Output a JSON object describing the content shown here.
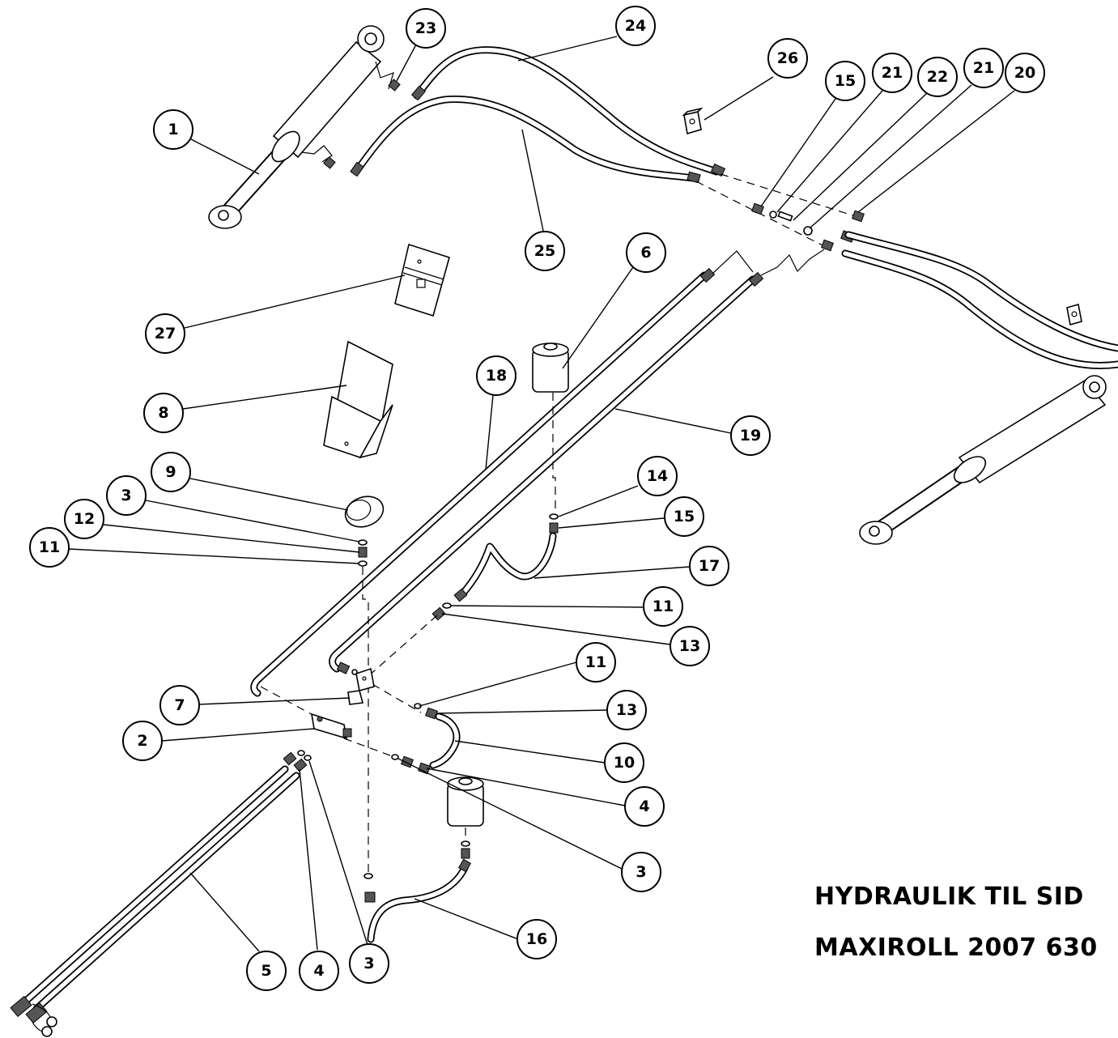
{
  "title": {
    "line1": "HYDRAULIK TIL SID",
    "line2": "MAXIROLL 2007 630"
  },
  "callouts": [
    {
      "id": "c1",
      "label": "1"
    },
    {
      "id": "c23",
      "label": "23"
    },
    {
      "id": "c24",
      "label": "24"
    },
    {
      "id": "c26",
      "label": "26"
    },
    {
      "id": "c15a",
      "label": "15"
    },
    {
      "id": "c21a",
      "label": "21"
    },
    {
      "id": "c22",
      "label": "22"
    },
    {
      "id": "c21b",
      "label": "21"
    },
    {
      "id": "c20",
      "label": "20"
    },
    {
      "id": "c25",
      "label": "25"
    },
    {
      "id": "c6",
      "label": "6"
    },
    {
      "id": "c27",
      "label": "27"
    },
    {
      "id": "c18",
      "label": "18"
    },
    {
      "id": "c8",
      "label": "8"
    },
    {
      "id": "c19",
      "label": "19"
    },
    {
      "id": "c9",
      "label": "9"
    },
    {
      "id": "c3a",
      "label": "3"
    },
    {
      "id": "c12",
      "label": "12"
    },
    {
      "id": "c11a",
      "label": "11"
    },
    {
      "id": "c14",
      "label": "14"
    },
    {
      "id": "c15b",
      "label": "15"
    },
    {
      "id": "c17",
      "label": "17"
    },
    {
      "id": "c11b",
      "label": "11"
    },
    {
      "id": "c13a",
      "label": "13"
    },
    {
      "id": "c11c",
      "label": "11"
    },
    {
      "id": "c7",
      "label": "7"
    },
    {
      "id": "c13b",
      "label": "13"
    },
    {
      "id": "c2",
      "label": "2"
    },
    {
      "id": "c10",
      "label": "10"
    },
    {
      "id": "c4a",
      "label": "4"
    },
    {
      "id": "c3b",
      "label": "3"
    },
    {
      "id": "c16",
      "label": "16"
    },
    {
      "id": "c5",
      "label": "5"
    },
    {
      "id": "c4b",
      "label": "4"
    },
    {
      "id": "c3c",
      "label": "3"
    }
  ]
}
